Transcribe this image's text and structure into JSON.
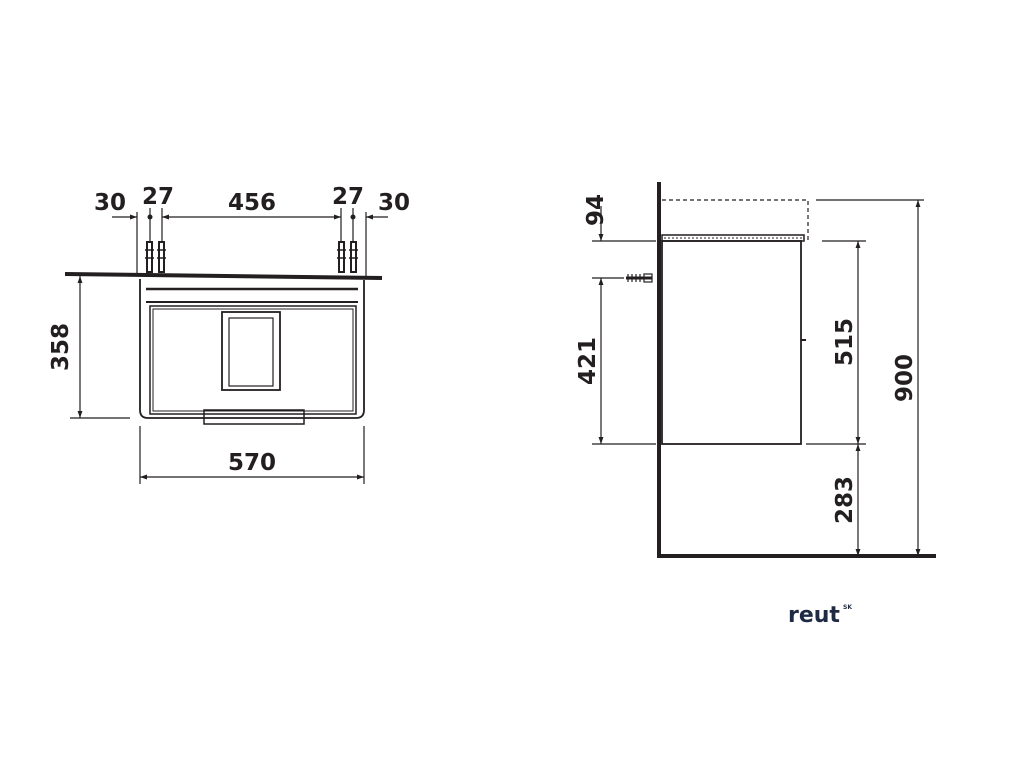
{
  "front_view": {
    "dims": {
      "left_gap": "30",
      "left_spacing": "27",
      "center_span": "456",
      "right_spacing": "27",
      "right_gap": "30",
      "height": "358",
      "width": "570"
    }
  },
  "side_view": {
    "dims": {
      "top_offset": "94",
      "mount_height": "421",
      "cabinet_height": "515",
      "total_height": "900",
      "floor_clearance": "283"
    }
  },
  "logo": {
    "text": "reut",
    "superscript": "SK",
    "color": "#1f2a44"
  },
  "colors": {
    "line": "#231f20",
    "background": "#ffffff"
  }
}
